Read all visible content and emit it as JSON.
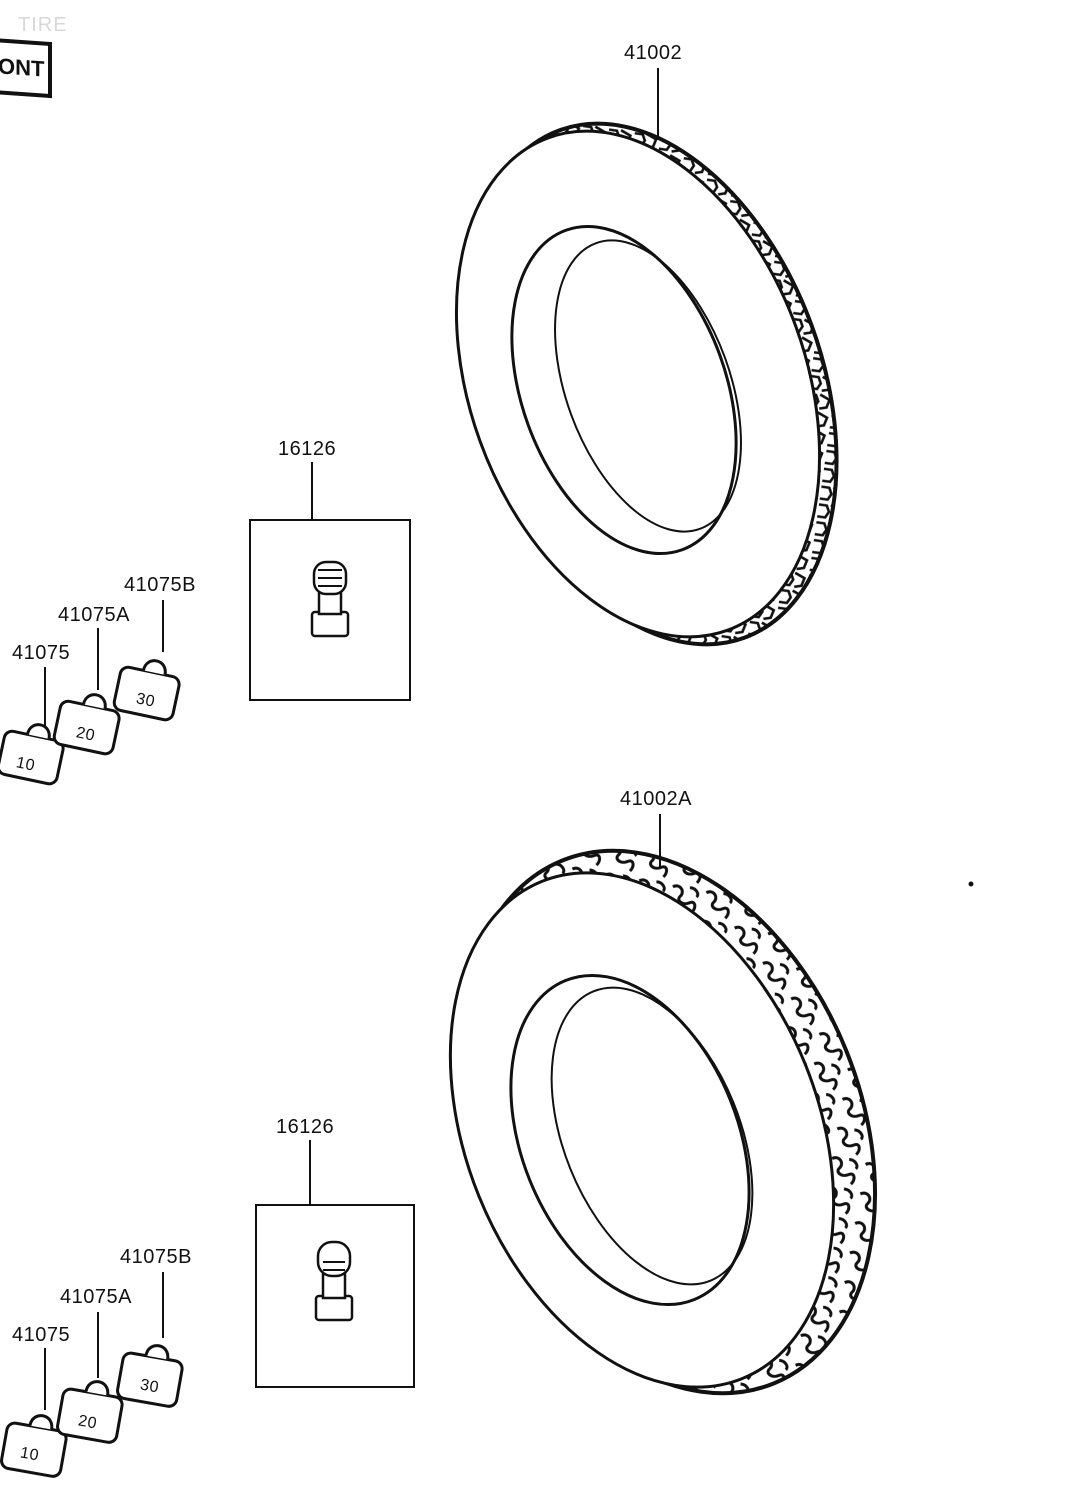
{
  "header": {
    "section_title": "TIRE",
    "front_tag": "ONT"
  },
  "upper_group": {
    "tire": {
      "part_no": "41002"
    },
    "valve": {
      "part_no": "16126"
    },
    "weights": [
      {
        "part_no": "41075",
        "marking": "10"
      },
      {
        "part_no": "41075A",
        "marking": "20"
      },
      {
        "part_no": "41075B",
        "marking": "30"
      }
    ]
  },
  "lower_group": {
    "tire": {
      "part_no": "41002A"
    },
    "valve": {
      "part_no": "16126"
    },
    "weights": [
      {
        "part_no": "41075",
        "marking": "10"
      },
      {
        "part_no": "41075A",
        "marking": "20"
      },
      {
        "part_no": "41075B",
        "marking": "30"
      }
    ]
  }
}
